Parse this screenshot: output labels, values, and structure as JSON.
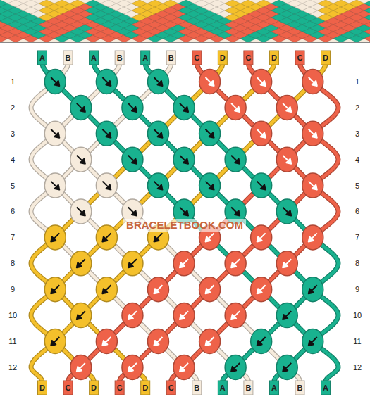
{
  "diagram": {
    "labels": [
      "A",
      "B",
      "A",
      "B",
      "A",
      "B",
      "C",
      "D",
      "C",
      "D",
      "C",
      "D",
      "1",
      "1",
      "2",
      "2",
      "3",
      "3",
      "4",
      "4",
      "5",
      "5",
      "6",
      "6",
      "BRACELETBOOK.COM",
      "7",
      "7",
      "8",
      "8",
      "9",
      "9",
      "10",
      "10",
      "11",
      "11",
      "12",
      "12",
      "D",
      "C",
      "D",
      "C",
      "D",
      "C",
      "B",
      "A",
      "B",
      "A",
      "B",
      "A"
    ]
  }
}
